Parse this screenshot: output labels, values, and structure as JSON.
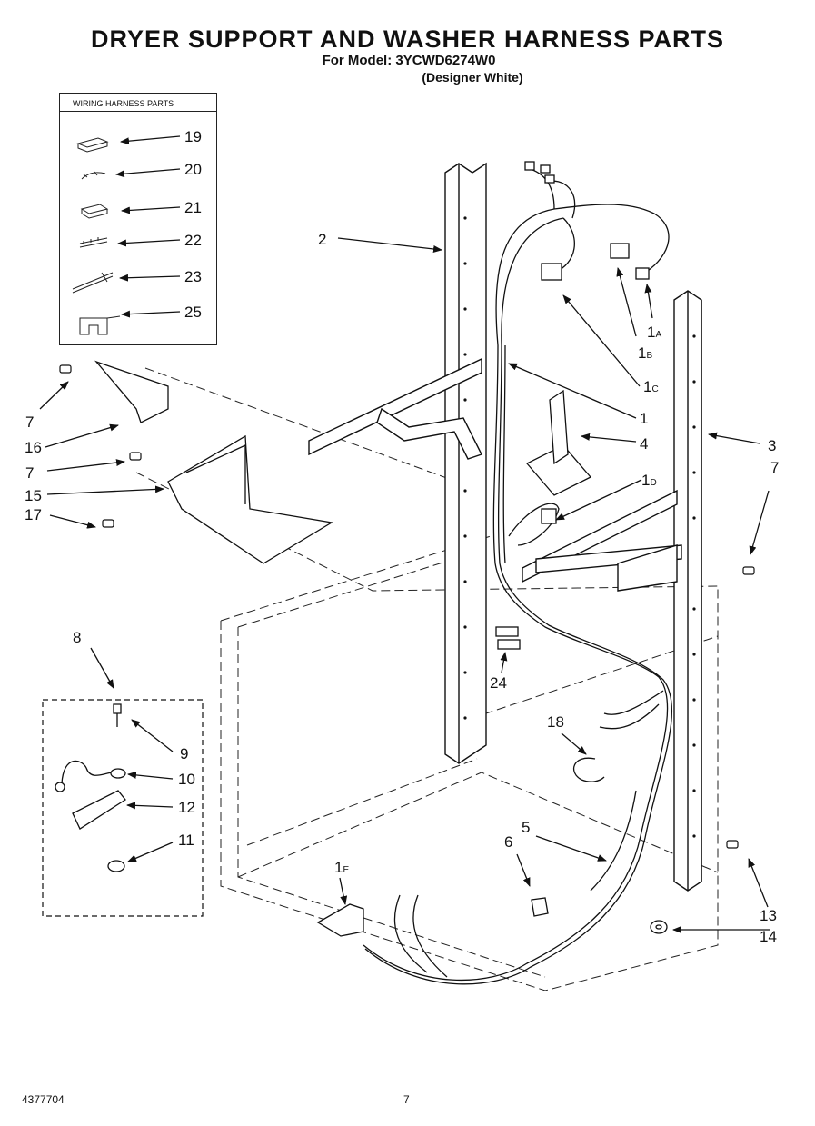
{
  "header": {
    "title": "DRYER SUPPORT AND WASHER HARNESS PARTS",
    "model_line": "For Model: 3YCWD6274W0",
    "variant_line": "(Designer White)"
  },
  "legend_box": {
    "title": "WIRING HARNESS PARTS",
    "items": [
      "19",
      "20",
      "21",
      "22",
      "23",
      "25"
    ]
  },
  "callouts": {
    "c1": "1",
    "c1a": "1",
    "c1a_sub": "A",
    "c1b": "1",
    "c1b_sub": "B",
    "c1c": "1",
    "c1c_sub": "C",
    "c1d": "1",
    "c1d_sub": "D",
    "c1e": "1",
    "c1e_sub": "E",
    "c2": "2",
    "c3": "3",
    "c4": "4",
    "c5": "5",
    "c6": "6",
    "c7a": "7",
    "c7b": "7",
    "c7c": "7",
    "c8": "8",
    "c9": "9",
    "c10": "10",
    "c11": "11",
    "c12": "12",
    "c13": "13",
    "c14": "14",
    "c15": "15",
    "c16": "16",
    "c17": "17",
    "c18": "18",
    "c24": "24"
  },
  "footer": {
    "part_number": "4377704",
    "page": "7"
  }
}
